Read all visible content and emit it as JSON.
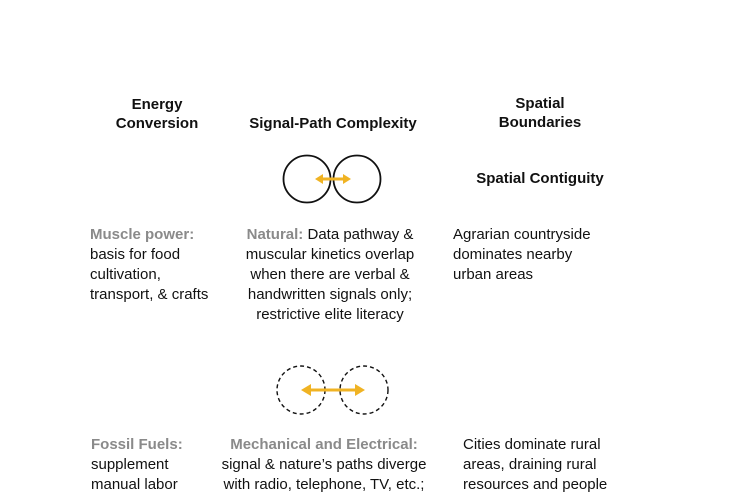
{
  "headers": {
    "energy": [
      "Energy",
      "Conversion"
    ],
    "signal": "Signal-Path Complexity",
    "spatial": [
      "Spatial",
      "Boundaries"
    ]
  },
  "accent_color": "#f0b323",
  "row1": {
    "spatial_subheading": "Spatial Contiguity",
    "energy_lead": "Muscle power:",
    "energy_lines": [
      "basis for food",
      "cultivation,",
      "transport, & crafts"
    ],
    "signal_lead": "Natural:",
    "signal_first_rest": " Data pathway &",
    "signal_lines": [
      "muscular kinetics overlap",
      "when there are verbal &",
      "handwritten signals only;",
      "restrictive elite literacy"
    ],
    "spatial_lines": [
      "Agrarian countryside",
      "dominates nearby",
      "urban areas"
    ]
  },
  "row2": {
    "energy_lead": "Fossil Fuels:",
    "energy_lines": [
      "supplement",
      "manual labor"
    ],
    "signal_lead": "Mechanical and Electrical:",
    "signal_lines": [
      "signal & nature’s paths diverge",
      "with radio, telephone, TV, etc.;"
    ],
    "spatial_lines": [
      "Cities dominate rural",
      "areas, draining rural",
      "resources and people"
    ]
  }
}
